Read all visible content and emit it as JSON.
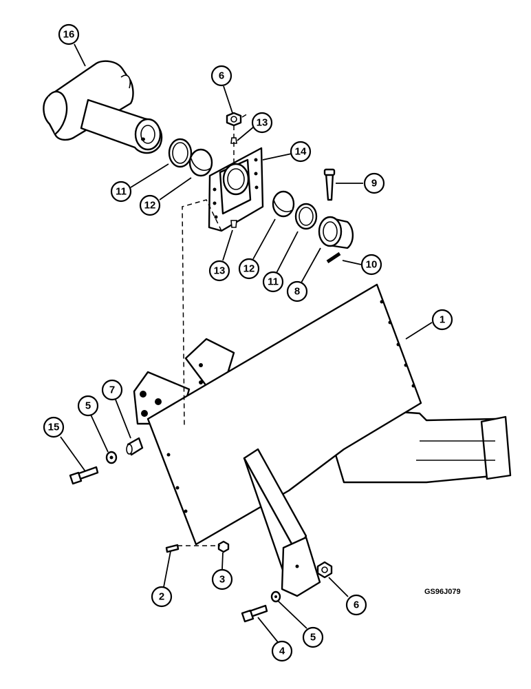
{
  "drawing_ref": "GS96J079",
  "callouts": [
    {
      "id": "c1",
      "number": "1",
      "part": "frame"
    },
    {
      "id": "c2",
      "number": "2",
      "part": "screw"
    },
    {
      "id": "c3",
      "number": "3",
      "part": "nut"
    },
    {
      "id": "c4",
      "number": "4",
      "part": "bolt"
    },
    {
      "id": "c5a",
      "number": "5",
      "part": "washer"
    },
    {
      "id": "c5b",
      "number": "5",
      "part": "washer"
    },
    {
      "id": "c6a",
      "number": "6",
      "part": "nut"
    },
    {
      "id": "c6b",
      "number": "6",
      "part": "nut"
    },
    {
      "id": "c7",
      "number": "7",
      "part": "spacer"
    },
    {
      "id": "c8",
      "number": "8",
      "part": "collar"
    },
    {
      "id": "c9",
      "number": "9",
      "part": "bolt"
    },
    {
      "id": "c10",
      "number": "10",
      "part": "pin"
    },
    {
      "id": "c11a",
      "number": "11",
      "part": "ring"
    },
    {
      "id": "c11b",
      "number": "11",
      "part": "ring"
    },
    {
      "id": "c12a",
      "number": "12",
      "part": "bushing"
    },
    {
      "id": "c12b",
      "number": "12",
      "part": "bushing"
    },
    {
      "id": "c13a",
      "number": "13",
      "part": "fitting"
    },
    {
      "id": "c13b",
      "number": "13",
      "part": "fitting"
    },
    {
      "id": "c14",
      "number": "14",
      "part": "bracket"
    },
    {
      "id": "c15",
      "number": "15",
      "part": "bolt"
    },
    {
      "id": "c16",
      "number": "16",
      "part": "pivot"
    }
  ]
}
